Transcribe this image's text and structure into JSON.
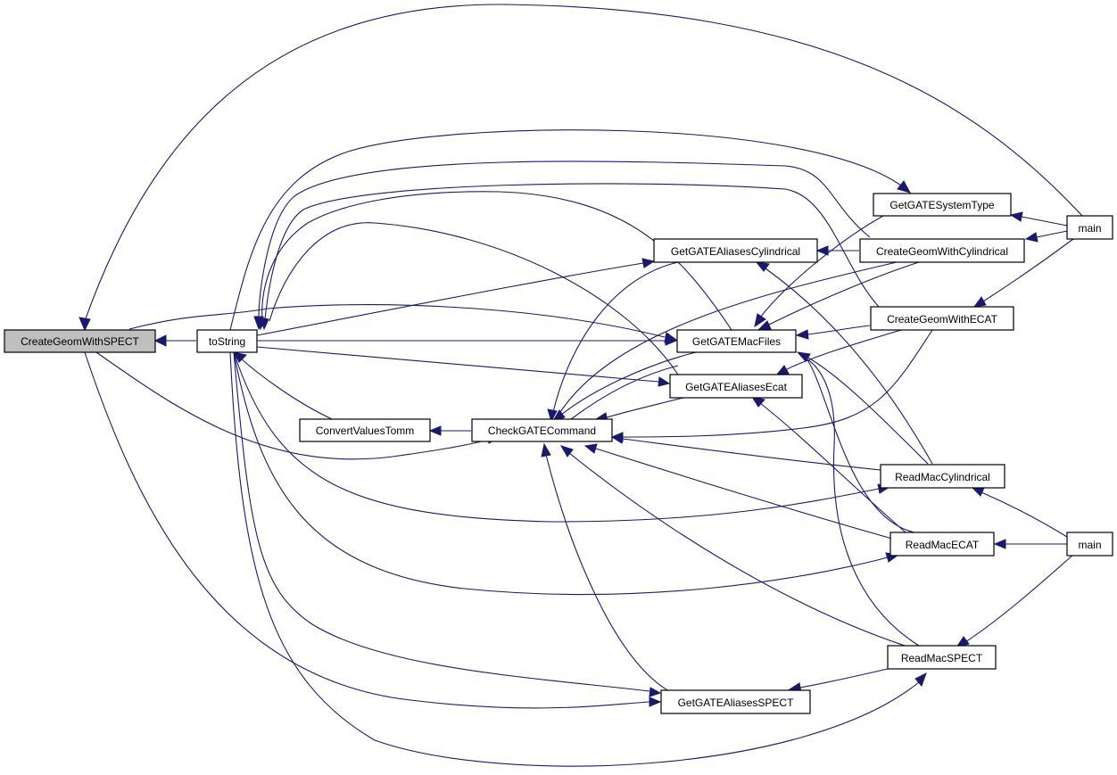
{
  "nodes": {
    "create_geom_with_spect": "CreateGeomWithSPECT",
    "to_string": "toString",
    "convert_values_tomm": "ConvertValuesTomm",
    "check_gate_command": "CheckGATECommand",
    "get_gate_aliases_cylindrical": "GetGATEAliasesCylindrical",
    "get_gate_mac_files": "GetGATEMacFiles",
    "get_gate_aliases_ecat": "GetGATEAliasesEcat",
    "get_gate_aliases_spect": "GetGATEAliasesSPECT",
    "get_gate_system_type": "GetGATESystemType",
    "create_geom_with_cylindrical": "CreateGeomWithCylindrical",
    "create_geom_with_ecat": "CreateGeomWithECAT",
    "read_mac_cylindrical": "ReadMacCylindrical",
    "read_mac_ecat": "ReadMacECAT",
    "read_mac_spect": "ReadMacSPECT",
    "main_top": "main",
    "main_bottom": "main"
  },
  "highlighted_node": "create_geom_with_spect",
  "colors": {
    "edge": "#191970",
    "node_border": "#000000",
    "node_fill": "#ffffff",
    "highlight_fill": "#bfbfbf"
  }
}
